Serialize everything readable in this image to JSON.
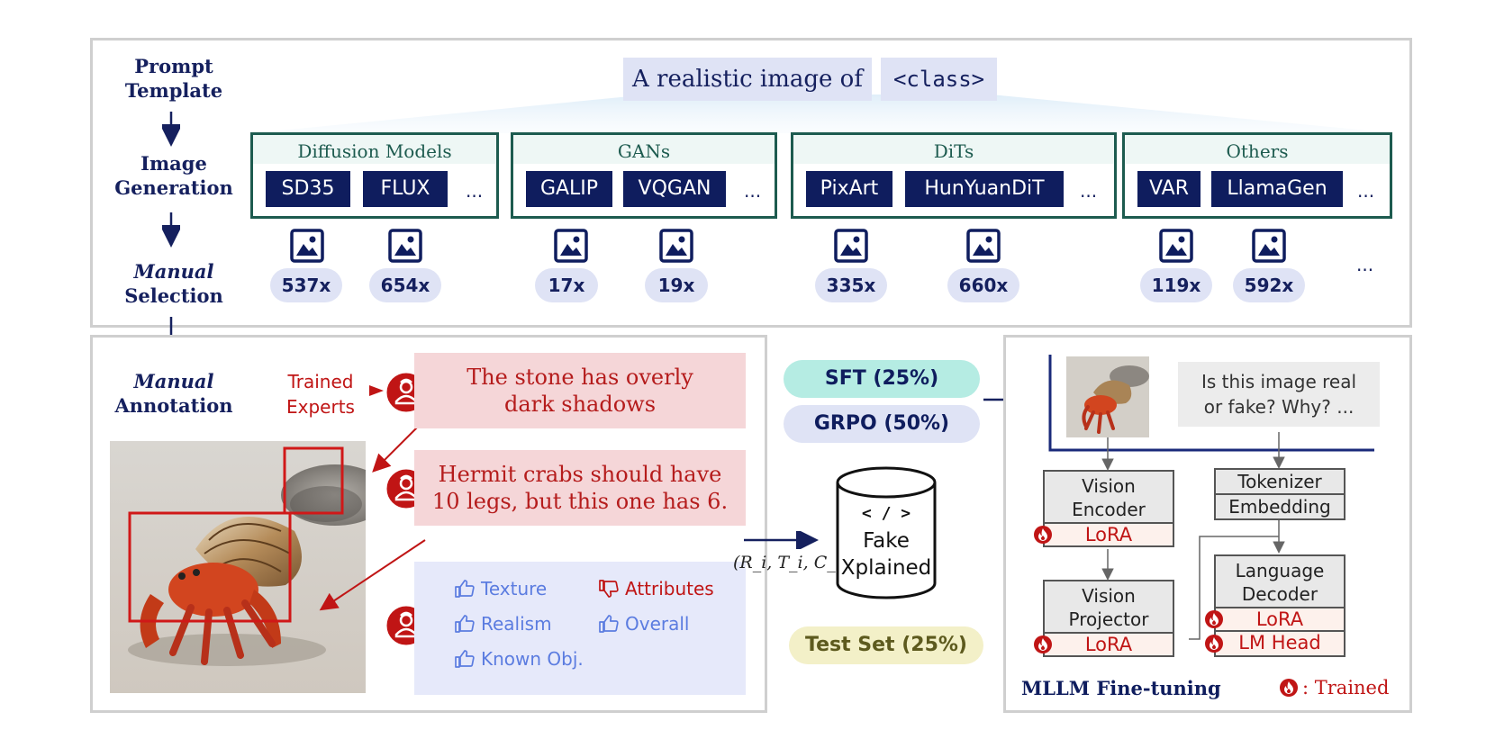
{
  "stages": {
    "prompt_template": "Prompt Template",
    "image_generation": "Image Generation",
    "manual_selection_1": "Manual",
    "manual_selection_2": "Selection",
    "manual_annotation_1": "Manual",
    "manual_annotation_2": "Annotation"
  },
  "prompt": {
    "text": "A realistic image of",
    "class_token": "<class>"
  },
  "generators": [
    {
      "title": "Diffusion Models",
      "models": [
        "SD35",
        "FLUX"
      ],
      "more": "...",
      "counts": [
        "537x",
        "654x"
      ]
    },
    {
      "title": "GANs",
      "models": [
        "GALIP",
        "VQGAN"
      ],
      "more": "...",
      "counts": [
        "17x",
        "19x"
      ]
    },
    {
      "title": "DiTs",
      "models": [
        "PixArt",
        "HunYuanDiT"
      ],
      "more": "...",
      "counts": [
        "335x",
        "660x"
      ]
    },
    {
      "title": "Others",
      "models": [
        "VAR",
        "LlamaGen"
      ],
      "more": "...",
      "counts": [
        "119x",
        "592x"
      ]
    }
  ],
  "counts_more": "...",
  "annotation": {
    "trained_experts_1": "Trained",
    "trained_experts_2": "Experts",
    "comment_1_line1": "The stone has overly",
    "comment_1_line2": "dark shadows",
    "comment_2_line1": "Hermit crabs should have",
    "comment_2_line2": "10 legs, but this one has 6.",
    "ratings": {
      "texture": "Texture",
      "attributes": "Attributes",
      "realism": "Realism",
      "overall": "Overall",
      "known_obj": "Known Obj."
    },
    "tuple_label": "(R_i, T_i, C_i)"
  },
  "dataset": {
    "sft": "SFT (25%)",
    "grpo": "GRPO (50%)",
    "name_line1": "Fake",
    "name_line2": "Xplained",
    "code_icon": "< / >",
    "test": "Test Set (25%)"
  },
  "mllm": {
    "question_line1": "Is this image real",
    "question_line2": "or fake? Why? ...",
    "vision_encoder_1": "Vision",
    "vision_encoder_2": "Encoder",
    "vision_projector_1": "Vision",
    "vision_projector_2": "Projector",
    "tokenizer": "Tokenizer",
    "embedding": "Embedding",
    "language_decoder_1": "Language",
    "language_decoder_2": "Decoder",
    "lora": "LoRA",
    "lm_head": "LM Head",
    "title": "MLLM Fine-tuning",
    "legend": ": Trained"
  },
  "icons": [
    "image-icon",
    "expert-icon",
    "thumbs-up-icon",
    "thumbs-down-icon",
    "flame-icon",
    "database-icon",
    "code-icon"
  ],
  "colors": {
    "navy": "#0f1d5e",
    "green": "#1d5b4f",
    "red": "#c01515",
    "sft": "#b5ece3",
    "grpo": "#dfe3f5",
    "test": "#f3f0c8"
  }
}
